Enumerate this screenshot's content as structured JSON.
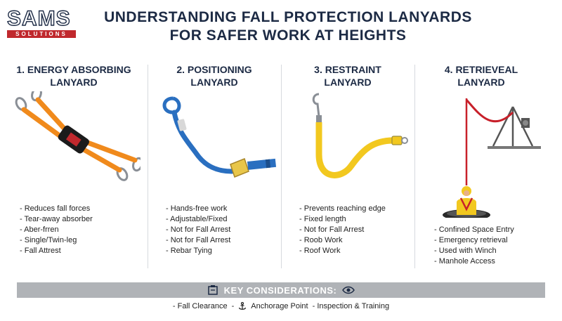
{
  "logo": {
    "main": "SAMS",
    "sub": "SOLUTIONS"
  },
  "title": {
    "line1": "UNDERSTANDING FALL PROTECTION LANYARDS",
    "line2": "FOR SAFER WORK AT HEIGHTS"
  },
  "columns": [
    {
      "title1": "1. ENERGY ABSORBING",
      "title2": "LANYARD",
      "features": [
        "Reduces fall forces",
        "Tear-away absorber",
        "Aber-frren",
        "Single/Twin-leg",
        "Fall Attrest"
      ]
    },
    {
      "title1": "2. POSITIONING",
      "title2": "LANYARD",
      "features": [
        "Hands-free work",
        "Adjustable/Fixed",
        "Not for Fall Arrest",
        "Not for Fall Arrest",
        "Rebar Tying"
      ]
    },
    {
      "title1": "3. RESTRAINT",
      "title2": "LANYARD",
      "features": [
        "Prevents reaching edge",
        "Fixed length",
        "Not for Fall Arrest",
        "Roob Work",
        "Roof Work"
      ]
    },
    {
      "title1": "4. RETRIEVEAL",
      "title2": "LANYARD",
      "features": [
        "Confined Space Entry",
        "Emergency retrieval",
        "Used with Winch",
        "Manhole Access"
      ]
    }
  ],
  "key_considerations": {
    "title": "KEY CONSIDERATIONS:",
    "items": [
      "Fall Clearance",
      "Anchorage Point",
      "Inspection & Training"
    ]
  },
  "colors": {
    "navy": "#1c2a44",
    "brand_red": "#c0282d",
    "orange": "#f08a1c",
    "blue": "#2a6fc0",
    "yellow": "#f2c81f",
    "red_rope": "#c8202a",
    "bar_gray": "#b0b3b7"
  },
  "icons": [
    "clipboard-icon",
    "eye-icon",
    "anchor-icon"
  ]
}
